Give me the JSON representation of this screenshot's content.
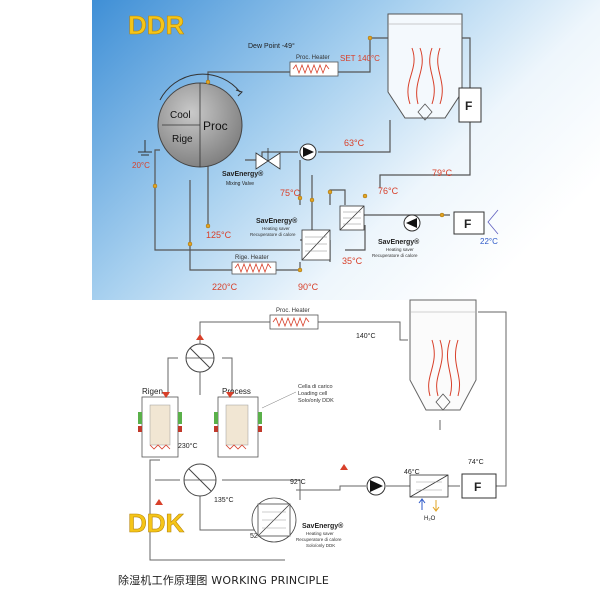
{
  "ddr": {
    "title": "DDR",
    "dew_point": "Dew Point -49°",
    "proc_heater": "Proc. Heater",
    "set_temp": "SET 140°C",
    "cool": "Cool",
    "proc": "Proc",
    "rige": "Rige",
    "temp_20": "20°C",
    "temp_63": "63°C",
    "temp_79": "79°C",
    "temp_75": "75°C",
    "temp_76": "76°C",
    "temp_125": "125°C",
    "temp_35": "35°C",
    "temp_22": "22°C",
    "temp_220": "220°C",
    "temp_90": "90°C",
    "rige_heater": "Rige. Heater",
    "filter_label": "F",
    "savenergy_mixing": {
      "brand": "SavEnergy®",
      "sub": "Mixing Valve"
    },
    "savenergy_heating": {
      "brand": "SavEnergy®",
      "sub1": "Heating saver",
      "sub2": "Recuperatore di calore"
    },
    "savenergy_heating2": {
      "brand": "SavEnergy®",
      "sub1": "Heating saver",
      "sub2": "Recuperatore di calore"
    }
  },
  "ddk": {
    "title": "DDK",
    "proc_heater": "Proc. Heater",
    "temp_140": "140°C",
    "rigen": "Rigen.",
    "process": "Process",
    "load_cell": [
      "Cella di carico",
      "Loading cell",
      "Solo/only DDK"
    ],
    "temp_230": "230°C",
    "temp_135": "135°C",
    "temp_92": "92°C",
    "temp_52": "52°C",
    "temp_46": "46°C",
    "temp_74": "74°C",
    "h2o": "H₂O",
    "filter_label": "F",
    "savenergy": {
      "brand": "SavEnergy®",
      "sub1": "Heating saver",
      "sub2": "Recuperatore di calore",
      "sub3": "Solo/only DDK"
    }
  },
  "caption": "除湿机工作原理图 WORKING PRINCIPLE",
  "colors": {
    "accent_red": "#d8402a",
    "title_yellow": "#f5c518",
    "pipe": "#555555",
    "bg_blue": "#6fb0e0"
  }
}
